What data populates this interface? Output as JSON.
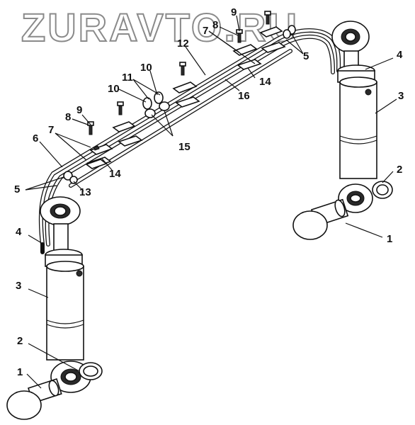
{
  "watermark": "ZURAVTO.RU",
  "callouts": [
    {
      "id": "1a",
      "text": "1"
    },
    {
      "id": "1b",
      "text": "1"
    },
    {
      "id": "2a",
      "text": "2"
    },
    {
      "id": "2b",
      "text": "2"
    },
    {
      "id": "3a",
      "text": "3"
    },
    {
      "id": "3b",
      "text": "3"
    },
    {
      "id": "4a",
      "text": "4"
    },
    {
      "id": "4b",
      "text": "4"
    },
    {
      "id": "5a",
      "text": "5"
    },
    {
      "id": "5b",
      "text": "5"
    },
    {
      "id": "6",
      "text": "6"
    },
    {
      "id": "7a",
      "text": "7"
    },
    {
      "id": "7b",
      "text": "7"
    },
    {
      "id": "8a",
      "text": "8"
    },
    {
      "id": "8b",
      "text": "8"
    },
    {
      "id": "9a",
      "text": "9"
    },
    {
      "id": "9b",
      "text": "9"
    },
    {
      "id": "10a",
      "text": "10"
    },
    {
      "id": "10b",
      "text": "10"
    },
    {
      "id": "11",
      "text": "11"
    },
    {
      "id": "12",
      "text": "12"
    },
    {
      "id": "13",
      "text": "13"
    },
    {
      "id": "14a",
      "text": "14"
    },
    {
      "id": "14b",
      "text": "14"
    },
    {
      "id": "15",
      "text": "15"
    },
    {
      "id": "16",
      "text": "16"
    }
  ]
}
